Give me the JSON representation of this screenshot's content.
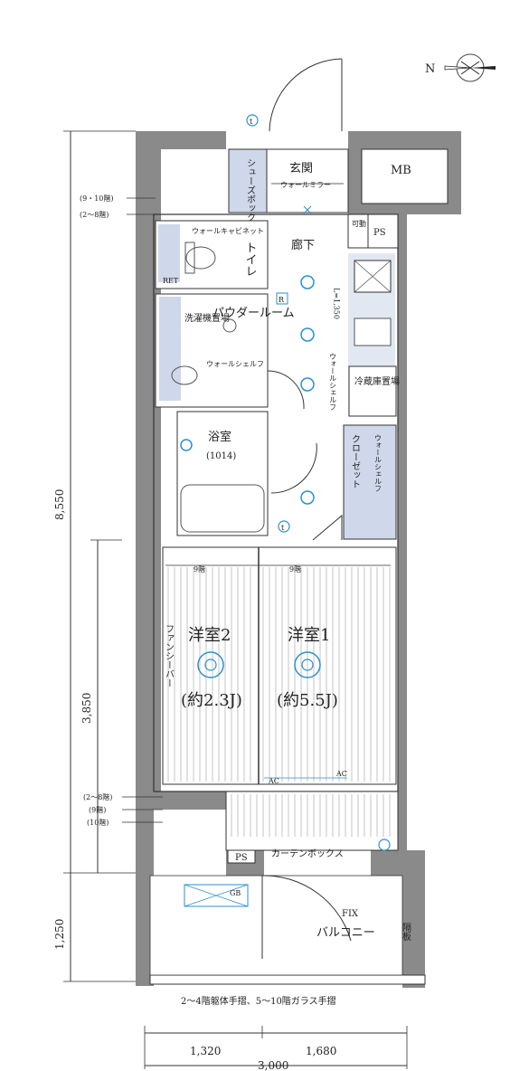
{
  "rooms": {
    "shoes_box": "シューズボックス",
    "genkan": "玄関",
    "wall_mirror": "ウォールミラー",
    "mb": "MB",
    "toilet": "トイレ",
    "wall_cabinet": "ウォールキャビネット",
    "rouka": "廊下",
    "kadou": "可動",
    "ps_top": "PS",
    "powder": "パウダールーム",
    "senpuki": "洗濯機置場",
    "wall_shelf": "ウォールシェルフ",
    "l_kitchen": "L=1,350",
    "wall_shelf_v": "ウォールシェルフ",
    "reizoko": "冷蔵庫置場",
    "bath": "浴室",
    "bath_size": "(1014)",
    "closet": "クローゼット",
    "wall_shelf_closet": "ウォールシェルフ",
    "western2": "洋室2",
    "western2_size": "(約2.3J)",
    "western1": "洋室1",
    "western1_size": "(約5.5J)",
    "fancy_bar": "ファンシーバー",
    "ac1": "AC",
    "ac2": "AC",
    "curtain_box": "カーテンボックス",
    "ps_bottom": "PS",
    "fix": "FIX",
    "balcony": "バルコニー",
    "danbo": "隔板",
    "gb": "GB",
    "floor_9_left": "9階",
    "floor_9_right": "9階",
    "r_mark": "R",
    "t_mark": "t"
  },
  "floor_notes": {
    "top_910": "(9・10階)",
    "top_28": "(2～8階)",
    "mid_28": "(2～8階)",
    "mid_9": "(9階)",
    "mid_10": "(10階)"
  },
  "dimensions": {
    "vertical_total": "8,550",
    "vertical_rooms": "3,850",
    "vertical_balcony": "1,250",
    "horizontal_left": "1,320",
    "horizontal_right": "1,680",
    "horizontal_total": "3,000"
  },
  "footnote": "2～4階躯体手摺、5～10階ガラス手摺",
  "compass": "N"
}
